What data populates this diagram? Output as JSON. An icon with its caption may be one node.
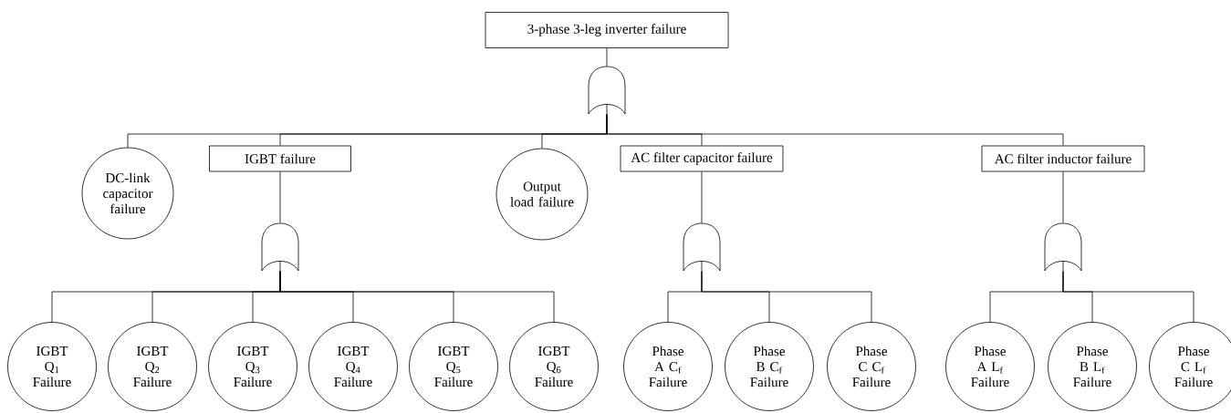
{
  "diagram": {
    "nodes": [
      {
        "text": [
          "3-phase 3-leg inverter failure"
        ]
      },
      {
        "text": [],
        "shape": "gate"
      },
      {
        "text": [
          "DC-link capacitor failure"
        ]
      },
      {
        "text": [
          "IGBT failure"
        ]
      },
      {
        "text": [],
        "shape": "gate"
      },
      {
        "text": [
          "Output load failure"
        ]
      },
      {
        "text": [
          "AC filter capacitor failure"
        ]
      },
      {
        "text": [],
        "shape": "gate"
      },
      {
        "text": [
          "AC filter inductor failure"
        ]
      },
      {
        "text": [],
        "shape": "gate"
      },
      {
        "text": [
          "IGBT Q$_{1}$ Failure"
        ]
      },
      {
        "text": [
          "IGBT Q$_{2}$ Failure"
        ]
      },
      {
        "text": [
          "IGBT Q$_{3}$ Failure"
        ]
      },
      {
        "text": [
          "IGBT Q$_{4}$ Failure"
        ]
      },
      {
        "text": [
          "IGBT Q$_{5}$ Failure"
        ]
      },
      {
        "text": [
          "IGBT Q$_{6}$ Failure"
        ]
      },
      {
        "text": [
          "Phase A C$_{f}$ Failure"
        ]
      },
      {
        "text": [
          "Phase B C$_{f}$ Failure"
        ]
      },
      {
        "text": [
          "Phase C C$_{f}$ Failure"
        ]
      },
      {
        "text": [
          "Phase A L$_{f}$ Failure"
        ]
      },
      {
        "text": [
          "Phase B L$_{f}$ Failure"
        ]
      },
      {
        "text": [
          "Phase C L$_{f}$ Failure"
        ]
      }
    ],
    "edges": [
      {
        "from": 0,
        "to": 1,
        "arrow": "none"
      },
      {
        "from": 1,
        "to": 2,
        "arrow": "none"
      },
      {
        "from": 1,
        "to": 3,
        "arrow": "none"
      },
      {
        "from": 1,
        "to": 5,
        "arrow": "none"
      },
      {
        "from": 1,
        "to": 6,
        "arrow": "none"
      },
      {
        "from": 1,
        "to": 8,
        "arrow": "none"
      },
      {
        "from": 3,
        "to": 4,
        "arrow": "none"
      },
      {
        "from": 4,
        "to": 10,
        "arrow": "none"
      },
      {
        "from": 4,
        "to": 11,
        "arrow": "none"
      },
      {
        "from": 4,
        "to": 12,
        "arrow": "none"
      },
      {
        "from": 4,
        "to": 13,
        "arrow": "none"
      },
      {
        "from": 4,
        "to": 14,
        "arrow": "none"
      },
      {
        "from": 4,
        "to": 15,
        "arrow": "none"
      },
      {
        "from": 6,
        "to": 7,
        "arrow": "none"
      },
      {
        "from": 7,
        "to": 16,
        "arrow": "none"
      },
      {
        "from": 7,
        "to": 17,
        "arrow": "none"
      },
      {
        "from": 7,
        "to": 18,
        "arrow": "none"
      },
      {
        "from": 8,
        "to": 9,
        "arrow": "none"
      },
      {
        "from": 9,
        "to": 19,
        "arrow": "none"
      },
      {
        "from": 9,
        "to": 20,
        "arrow": "none"
      },
      {
        "from": 9,
        "to": 21,
        "arrow": "none"
      }
    ]
  }
}
